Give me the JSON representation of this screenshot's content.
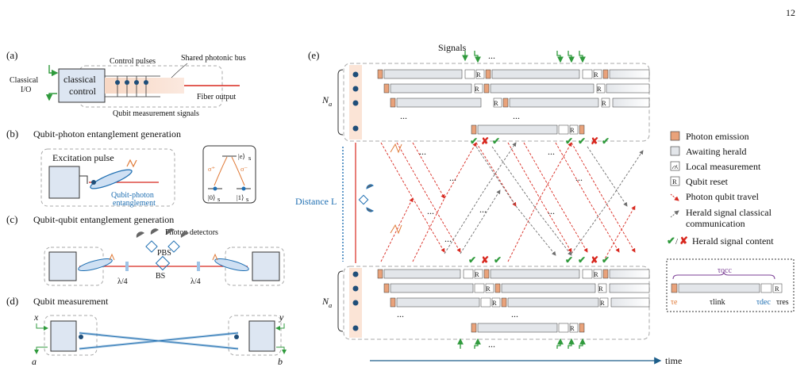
{
  "page_number": "12",
  "panels": {
    "a": {
      "tag": "(a)",
      "classical_io": [
        "Classical",
        "I/O"
      ],
      "control": [
        "classical",
        "control"
      ],
      "control_pulses": "Control pulses",
      "bus": "Shared photonic bus",
      "fiber": "Fiber output",
      "meas_signals": "Qubit measurement signals"
    },
    "b": {
      "tag": "(b)",
      "title": "Qubit-photon entanglement generation",
      "excitation": "Excitation pulse",
      "qp_ent": [
        "Qubit-photon",
        "entanglement"
      ],
      "level_e": "|e⟩",
      "level_0": "|0⟩",
      "level_1": "|1⟩",
      "sub_s": "s",
      "sigma_plus": "σ⁺",
      "sigma_minus": "σ⁻"
    },
    "c": {
      "tag": "(c)",
      "title": "Qubit-qubit entanglement generation",
      "detectors": "Photon detectors",
      "pbs": "PBS",
      "bs": "BS",
      "qwp": "λ/4"
    },
    "d": {
      "tag": "(d)",
      "title": "Qubit measurement",
      "x": "x",
      "y": "y",
      "a": "a",
      "b": "b"
    },
    "e": {
      "tag": "(e)",
      "signals": "Signals",
      "ellipsis": "...",
      "n_a": "N",
      "n_a_sub": "a",
      "distance": "Distance L",
      "reset": "R",
      "time": "time"
    }
  },
  "legend": {
    "items": [
      {
        "key": "photon_emission",
        "label": "Photon emission"
      },
      {
        "key": "awaiting",
        "label": "Awaiting herald"
      },
      {
        "key": "local_meas",
        "label": "Local measurement"
      },
      {
        "key": "qubit_reset",
        "label": "Qubit reset"
      },
      {
        "key": "photon_travel",
        "label": "Photon qubit travel"
      },
      {
        "key": "herald_comm",
        "label": "Herald signal classical"
      },
      {
        "key": "herald_comm2",
        "label": "communication"
      },
      {
        "key": "herald_content",
        "label": "Herald signal content"
      }
    ],
    "tau_occ": "τocc",
    "tau_e": "τe",
    "tau_link": "τlink",
    "tau_dec": "τdec",
    "tau_res": "τres"
  },
  "colors": {
    "emission": "#e9a27a",
    "awaiting": "#e3e6ea",
    "control_box": "#dde6f2",
    "red": "#d8281f",
    "green": "#2f9a3c",
    "grey": "#6e6e6e",
    "blue": "#1f6fb2",
    "orange": "#e07b39",
    "purple": "#7b3f95"
  }
}
